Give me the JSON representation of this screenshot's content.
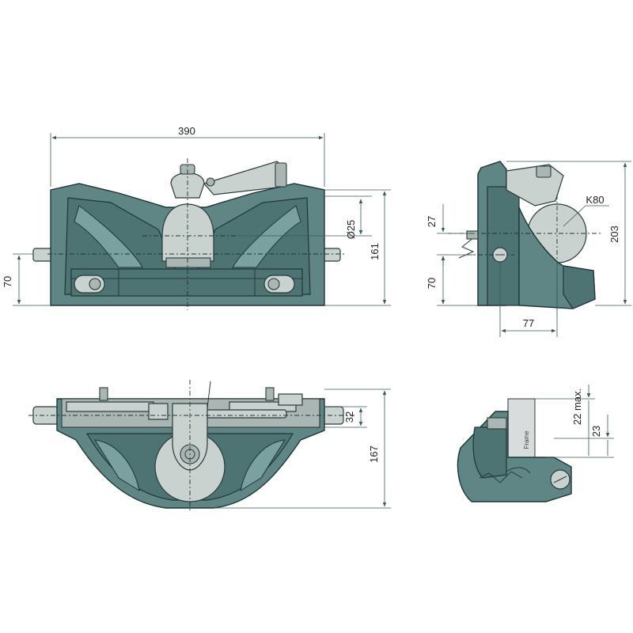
{
  "dimensions": {
    "front_width": "390",
    "front_height_left": "70",
    "front_ball_dia": "Ø25",
    "front_height_right": "161",
    "side_27": "27",
    "side_k80": "K80",
    "side_203": "203",
    "side_70": "70",
    "side_77": "77",
    "top_32": "32",
    "top_167": "167",
    "detail_22max": "22 max.",
    "detail_23": "23",
    "detail_frame": "Frame"
  }
}
